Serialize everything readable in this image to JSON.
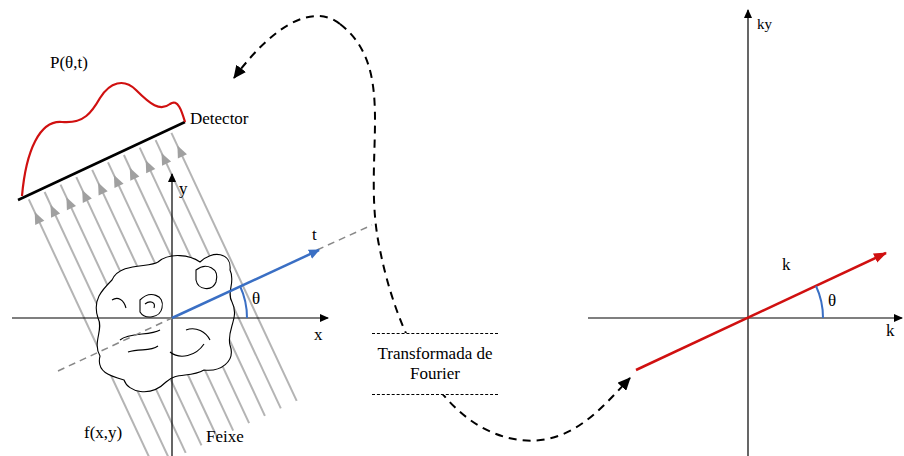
{
  "diagram": {
    "nodes": [
      {
        "text": [
          "Transformada de Fourier"
        ]
      }
    ],
    "labels": [
      "P(θ,t)",
      "Detector",
      "y",
      "x",
      "t",
      "θ",
      "f(x,y)",
      "Feixe",
      "ky",
      "k",
      "θ",
      "k"
    ]
  }
}
